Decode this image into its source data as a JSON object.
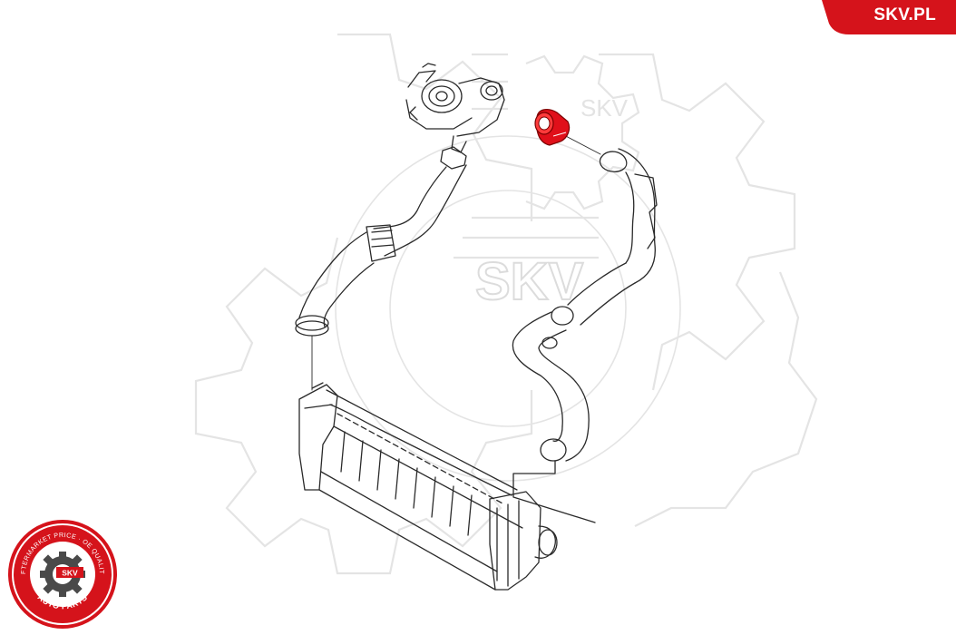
{
  "brand": {
    "site_label": "SKV.PL",
    "accent_color": "#d5131b"
  },
  "watermark": {
    "text_small": "SKV",
    "text_large": "SKV",
    "color": "#e6e6e6"
  },
  "badge": {
    "top_arc_text": "AFTERMARKET PRICE · OE QUALITY",
    "bottom_arc_text": "AUTO PARTS",
    "center_text": "SKV",
    "ring_color": "#d5131b"
  },
  "diagram": {
    "highlighted_part": "red-clamp-connector",
    "highlight_color": "#e0101a",
    "line_color": "#2a2a2a"
  }
}
